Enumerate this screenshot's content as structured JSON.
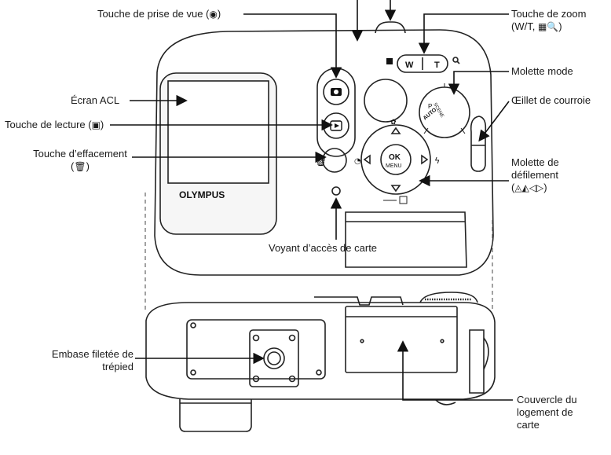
{
  "labels": {
    "shutter": {
      "text": "Touche de prise de vue (",
      "icon": "◉",
      "tail": ")"
    },
    "zoom_line1": "Touche de zoom",
    "zoom_line2": {
      "text": "(W/T, ",
      "icon": "▦🔍",
      "tail": ")"
    },
    "mode_dial": "Molette mode",
    "strap_eyelet": "Œillet de courroie",
    "lcd": "Écran ACL",
    "playback": {
      "text": "Touche de lecture (",
      "icon": "▣",
      "tail": ")"
    },
    "erase_line1": "Touche d’effacement",
    "erase_line2": {
      "text": "(",
      "icon": "🗑",
      "tail": ")"
    },
    "scroll_line1": "Molette de",
    "scroll_line2": "défilement",
    "scroll_line3": {
      "text": "(",
      "icon": "◬◭◁▷",
      "tail": ")"
    },
    "card_access": "Voyant d’accès de carte",
    "tripod_line1": "Embase filetée de",
    "tripod_line2": "trépied",
    "card_cover_line1": "Couvercle du",
    "card_cover_line2": "logement de",
    "card_cover_line3": "carte"
  },
  "camera": {
    "brand": "OLYMPUS",
    "zoom_w": "W",
    "zoom_t": "T",
    "ok_text": "OK",
    "menu_text": "MENU",
    "mode_auto": "AUTO",
    "mode_scene": "SCENE",
    "mode_p": "P"
  }
}
